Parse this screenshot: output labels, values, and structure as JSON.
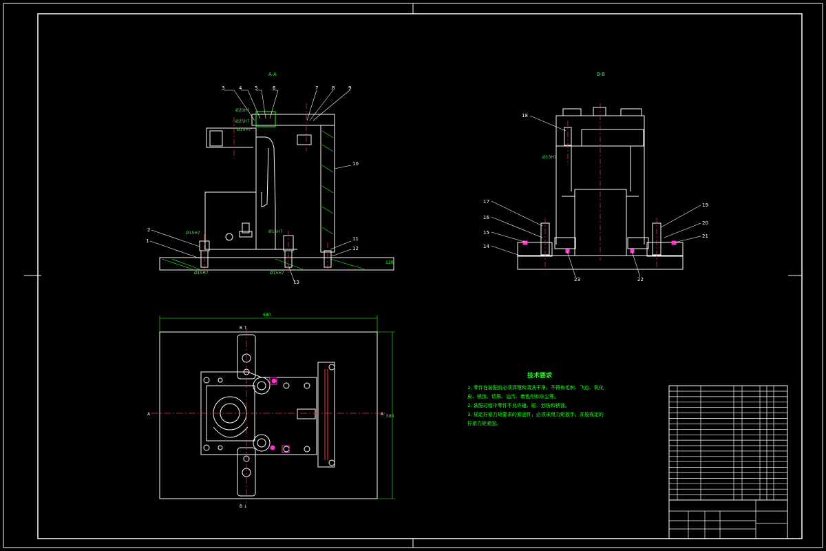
{
  "drawing": {
    "views": {
      "section_a": "A-A",
      "section_b": "B-B"
    },
    "balloons_a": [
      "3",
      "4",
      "5",
      "6",
      "7",
      "8",
      "9",
      "10",
      "1",
      "2",
      "11",
      "12",
      "13"
    ],
    "balloons_b": [
      "18",
      "17",
      "16",
      "15",
      "14",
      "19",
      "20",
      "21",
      "22",
      "23"
    ],
    "dims_a": [
      "Ø20H7",
      "Ø25H7",
      "Ø15H7",
      "Ø15H7",
      "Ø15H7",
      "Ø15H7",
      "Ø10H7",
      "120"
    ],
    "dims_b": [
      "Ø13H7"
    ],
    "plan_dims": [
      "680",
      "B ↑",
      "B ↓",
      "A",
      "A",
      "580"
    ],
    "tech_title": "技术要求",
    "tech_lines": [
      "1. 零件在装配前必须清理和清洗干净，不得有毛刺、飞边、氧化皮、锈蚀、切屑、油污、着色剂和灰尘等。",
      "2. 装配过程中零件不允许磕、碰、划伤和锈蚀。",
      "3. 规定拧紧力矩要求的紧固件，必须采用力矩扳手，并按规定的拧紧力矩紧固。"
    ]
  },
  "colors": {
    "bg": "#000000",
    "line": "#ffffff",
    "dim": "#22ff22",
    "center": "#ff3333",
    "highlight": "#ff33cc"
  }
}
